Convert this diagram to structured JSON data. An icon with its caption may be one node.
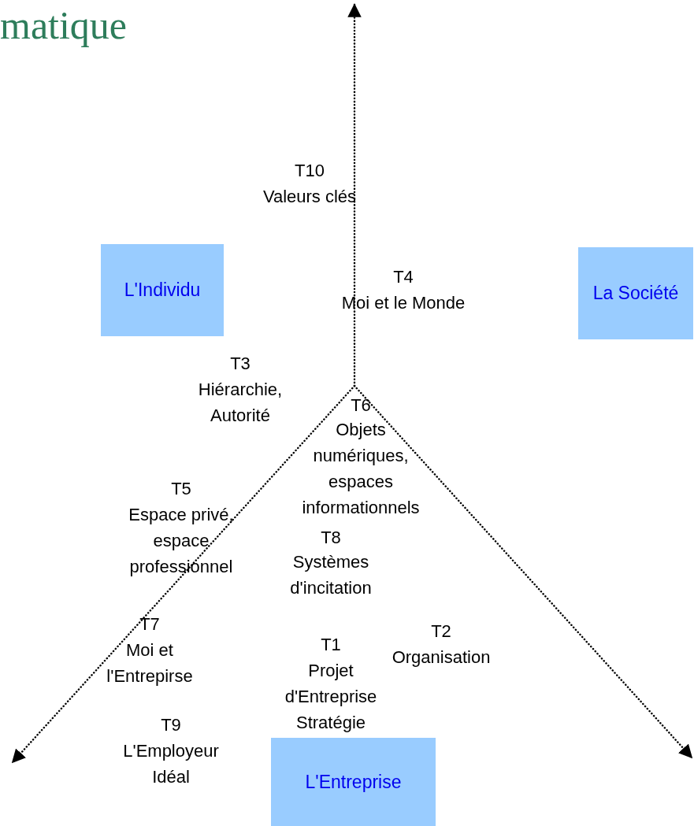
{
  "diagram": {
    "title": "matique",
    "nodes": [
      {
        "text": [
          "L'Individu"
        ]
      },
      {
        "text": [
          "La Société"
        ]
      },
      {
        "text": [
          "L'Entreprise"
        ]
      }
    ],
    "edges": [],
    "labels": [
      "T10",
      "Valeurs clés",
      "T4",
      "Moi et le Monde",
      "T3",
      "Hiérarchie, Autorité",
      "T6",
      "Objets numériques, espaces informationnels",
      "T5",
      "Espace privé, espace professionnel",
      "T8",
      "Systèmes d'incitation",
      "T7",
      "Moi et l'Entrepirse",
      "T2",
      "Organisation",
      "T1",
      "Projet d'Entreprise Stratégie",
      "T9",
      "L'Employeur Idéal"
    ]
  }
}
